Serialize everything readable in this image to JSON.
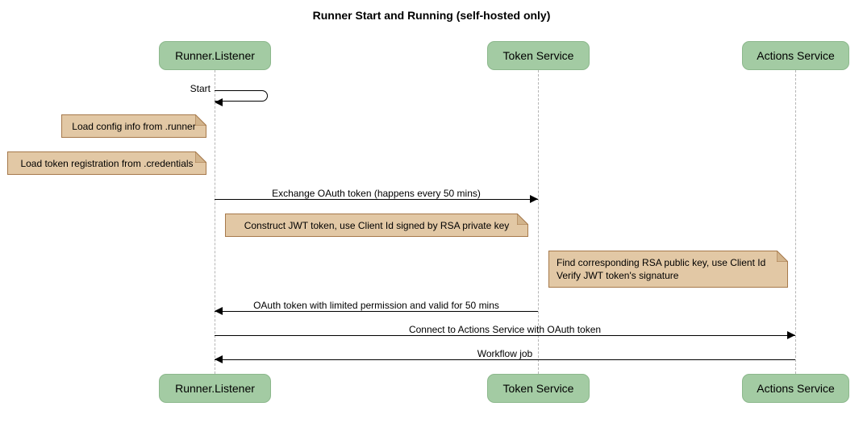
{
  "title": "Runner Start and Running (self-hosted only)",
  "colors": {
    "participant_fill": "#a3cba3",
    "participant_border": "#8cb88c",
    "note_fill": "#e2c8a5",
    "note_border": "#a6794b",
    "note_fold": "#d2b48c",
    "lifeline": "#b5b5b5",
    "arrow": "#000000"
  },
  "participants": [
    {
      "label": "Runner.Listener"
    },
    {
      "label": "Token Service"
    },
    {
      "label": "Actions Service"
    }
  ],
  "messages": {
    "self_start": "Start",
    "exchange": "Exchange OAuth token (happens every 50 mins)",
    "oauth_return": "OAuth token with limited permission and valid for 50 mins",
    "connect": "Connect to Actions Service with OAuth token",
    "workflow": "Workflow job"
  },
  "notes": [
    {
      "text": "Load config info from .runner"
    },
    {
      "text": "Load token registration from .credentials"
    },
    {
      "text": "Construct JWT token, use Client Id signed by RSA private key"
    },
    {
      "line1": "Find corresponding RSA public key, use Client Id",
      "line2": "Verify JWT token's signature"
    }
  ]
}
